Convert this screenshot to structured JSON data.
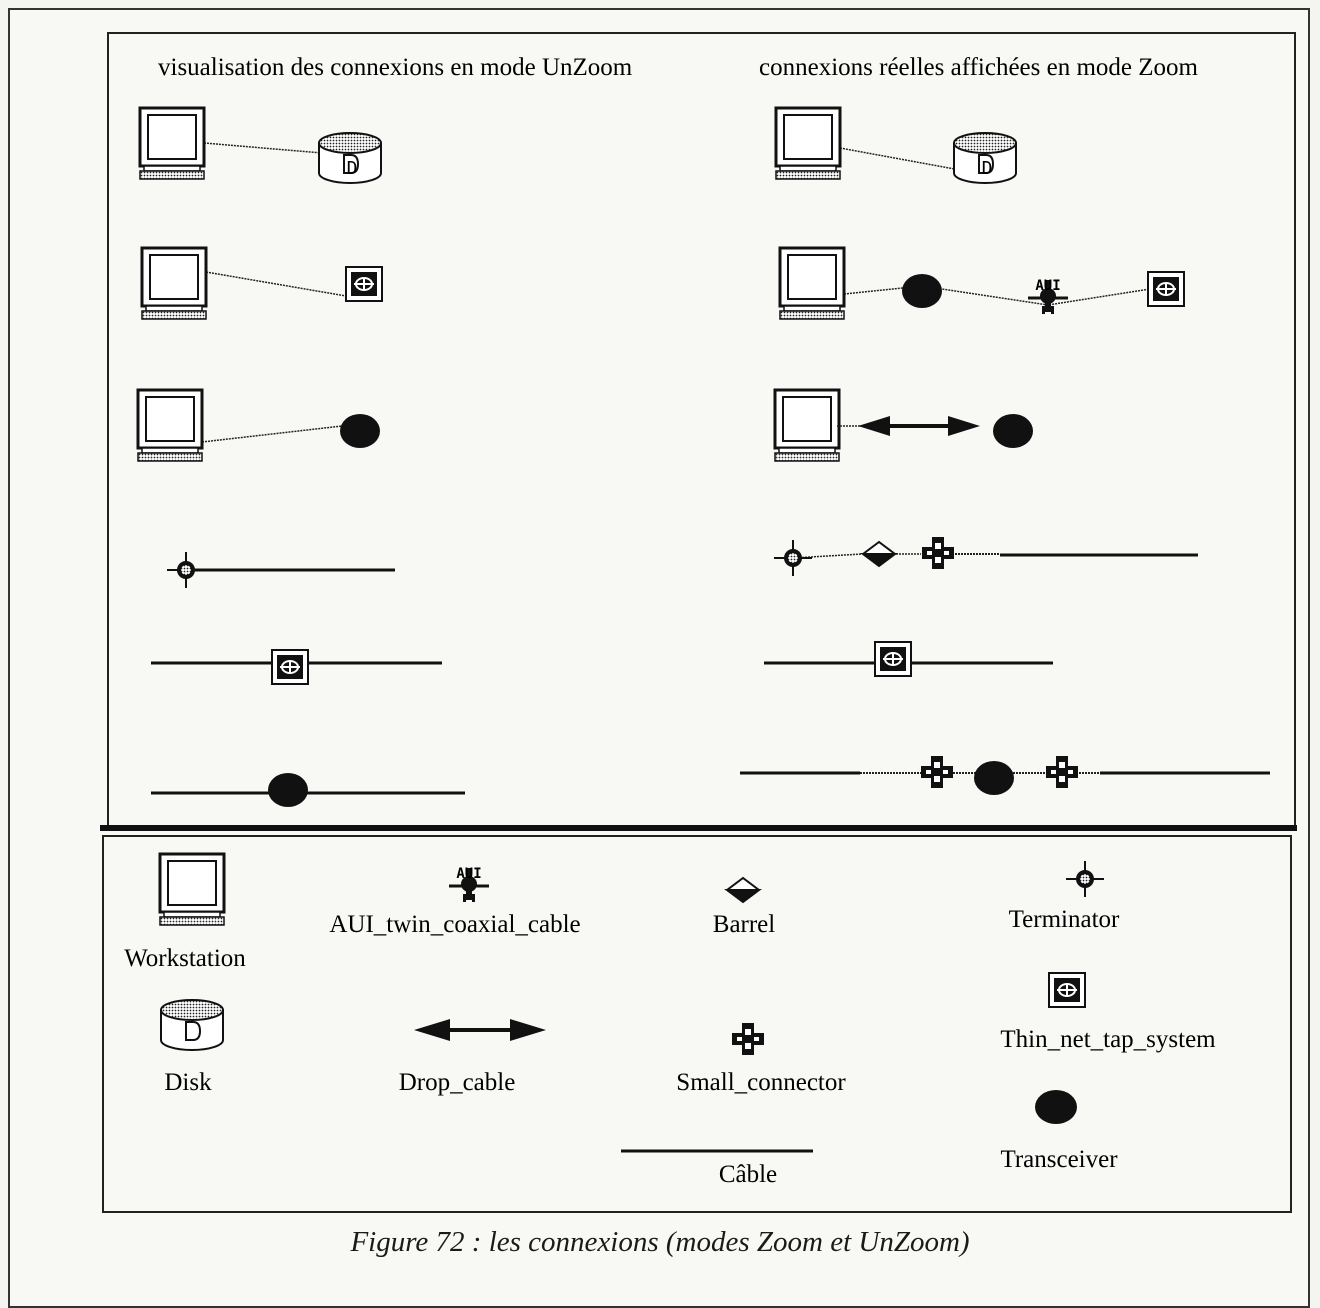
{
  "headers": {
    "unzoom": "visualisation des connexions en mode UnZoom",
    "zoom": "connexions réelles affichées en mode Zoom"
  },
  "legend": {
    "workstation": "Workstation",
    "aui": "AUI_twin_coaxial_cable",
    "barrel": "Barrel",
    "terminator": "Terminator",
    "disk": "Disk",
    "drop_cable": "Drop_cable",
    "small_connector": "Small_connector",
    "thin_net": "Thin_net_tap_system",
    "transceiver": "Transceiver",
    "cable": "Câble"
  },
  "icon_text": {
    "disk_letter": "D",
    "aui_letters": "AUI"
  },
  "caption": "Figure 72 : les connexions (modes Zoom et UnZoom)"
}
